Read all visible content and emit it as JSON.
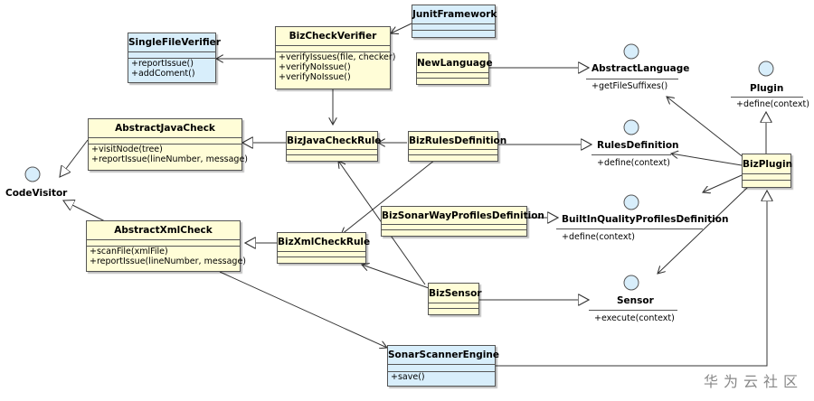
{
  "classes": {
    "junit": {
      "name": "JunitFramework",
      "ops": []
    },
    "single_file_verifier": {
      "name": "SingleFileVerifier",
      "ops": [
        "+reportIssue()",
        "+addComent()"
      ]
    },
    "biz_check_verifier": {
      "name": "BizCheckVerifier",
      "ops": [
        "+verifyIssues(file, checker)",
        "+verifyNoIssue()",
        "+verifyNoIssue()"
      ]
    },
    "new_language": {
      "name": "NewLanguage",
      "ops": []
    },
    "abstract_java_check": {
      "name": "AbstractJavaCheck",
      "ops": [
        "+visitNode(tree)",
        "+reportIssue(lineNumber, message)"
      ]
    },
    "biz_java_check_rule": {
      "name": "BizJavaCheckRule",
      "ops": []
    },
    "biz_rules_definition": {
      "name": "BizRulesDefinition",
      "ops": []
    },
    "biz_sonar_way": {
      "name": "BizSonarWayProfilesDefinition",
      "ops": []
    },
    "abstract_xml_check": {
      "name": "AbstractXmlCheck",
      "ops": [
        "+scanFile(xmlFile)",
        "+reportIssue(lineNumber, message)"
      ]
    },
    "biz_xml_check_rule": {
      "name": "BizXmlCheckRule",
      "ops": []
    },
    "biz_sensor": {
      "name": "BizSensor",
      "ops": []
    },
    "biz_plugin": {
      "name": "BizPlugin",
      "ops": []
    },
    "sonar_scanner_engine": {
      "name": "SonarScannerEngine",
      "ops": [
        "+save()"
      ]
    }
  },
  "interfaces": {
    "abstract_language": {
      "name": "AbstractLanguage",
      "op": "+getFileSuffixes()"
    },
    "plugin": {
      "name": "Plugin",
      "op": "+define(context)"
    },
    "rules_definition": {
      "name": "RulesDefinition",
      "op": "+define(context)"
    },
    "builtin_quality": {
      "name": "BuiltInQualityProfilesDefinition",
      "op": "+define(context)"
    },
    "sensor": {
      "name": "Sensor",
      "op": "+execute(context)"
    },
    "code_visitor": {
      "name": "CodeVisitor",
      "op": ""
    }
  },
  "watermark": "华为云社区",
  "colors": {
    "class_fill": "#fffdd7",
    "engine_fill": "#d8eefb",
    "stroke": "#555555"
  }
}
